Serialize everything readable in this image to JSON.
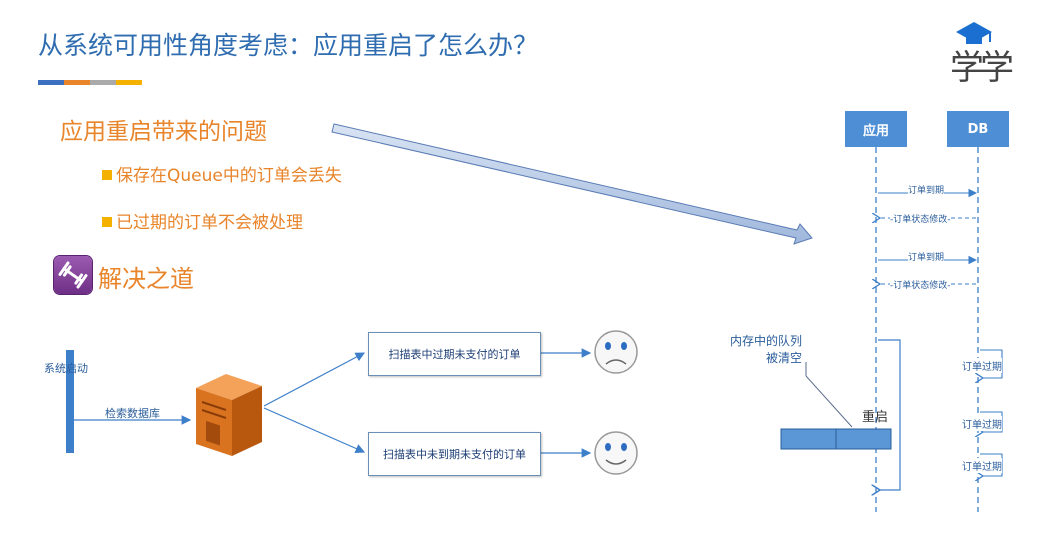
{
  "title": "从系统可用性角度考虑：应用重启了怎么办？",
  "logo_text": "学学",
  "colors": {
    "title": "#2f6db0",
    "accent_orange": "#e8842a",
    "bullet": "#f5b100",
    "seq_header": "#4d8ed5",
    "title_bar": [
      "#3d70c0",
      "#e8842a",
      "#aaaaaa",
      "#f5b100"
    ]
  },
  "problem": {
    "heading": "应用重启带来的问题",
    "bullets": [
      "保存在Queue中的订单会丢失",
      "已过期的订单不会被处理"
    ]
  },
  "solution": {
    "icon": "dumbbell-icon",
    "heading": "解决之道"
  },
  "flow": {
    "start_label": "系统启动",
    "db_label": "检索数据库",
    "server_icon": "server-icon",
    "task_overdue": "扫描表中过期未支付的订单",
    "task_pending": "扫描表中未到期未支付的订单",
    "sad_icon": "sad-face-icon",
    "happy_icon": "happy-face-icon"
  },
  "sequence": {
    "app_label": "应用",
    "db_label": "DB",
    "msg_expire": "订单到期",
    "msg_status": "-订单状态修改-",
    "memory_note_1": "内存中的队列",
    "memory_note_2": "被清空",
    "restart_label": "重启",
    "db_expire_label": "订单过期"
  }
}
